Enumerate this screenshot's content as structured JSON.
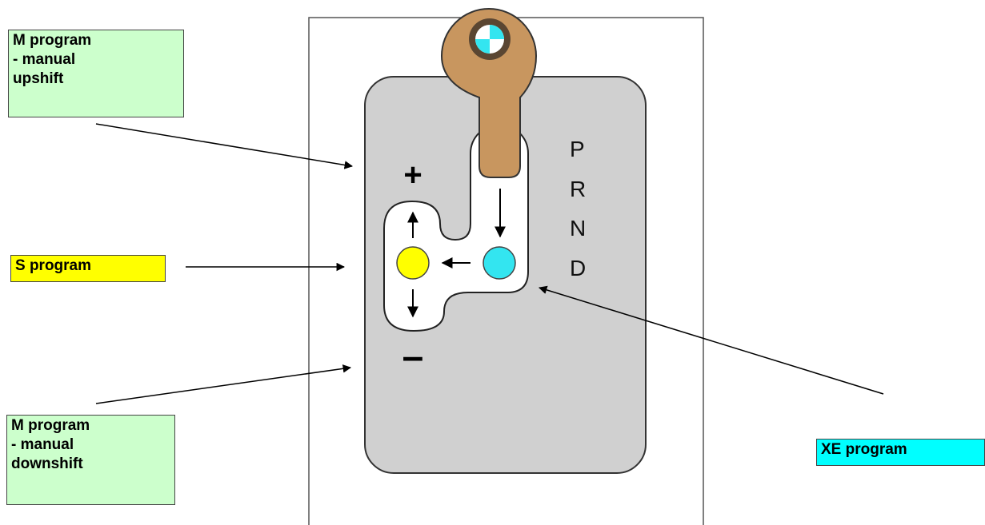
{
  "callouts": {
    "m_upshift": {
      "lines": [
        "M program",
        "- manual",
        "upshift"
      ],
      "color": "#ccffcc"
    },
    "s_program": {
      "lines": [
        "S program"
      ],
      "color": "#ffff00"
    },
    "m_downshift": {
      "lines": [
        "M program",
        "- manual",
        "downshift"
      ],
      "color": "#ccffcc"
    },
    "xe_program": {
      "lines": [
        "XE program"
      ],
      "color": "#00ffff"
    }
  },
  "shifter": {
    "plus_sign": "+",
    "minus_sign": "–",
    "gate_letters": [
      "P",
      "R",
      "N",
      "D"
    ],
    "colors": {
      "panel": "#d0d0d0",
      "lever": "#c8965f",
      "s_dot": "#ffff00",
      "xe_dot": "#33e5f0"
    }
  }
}
